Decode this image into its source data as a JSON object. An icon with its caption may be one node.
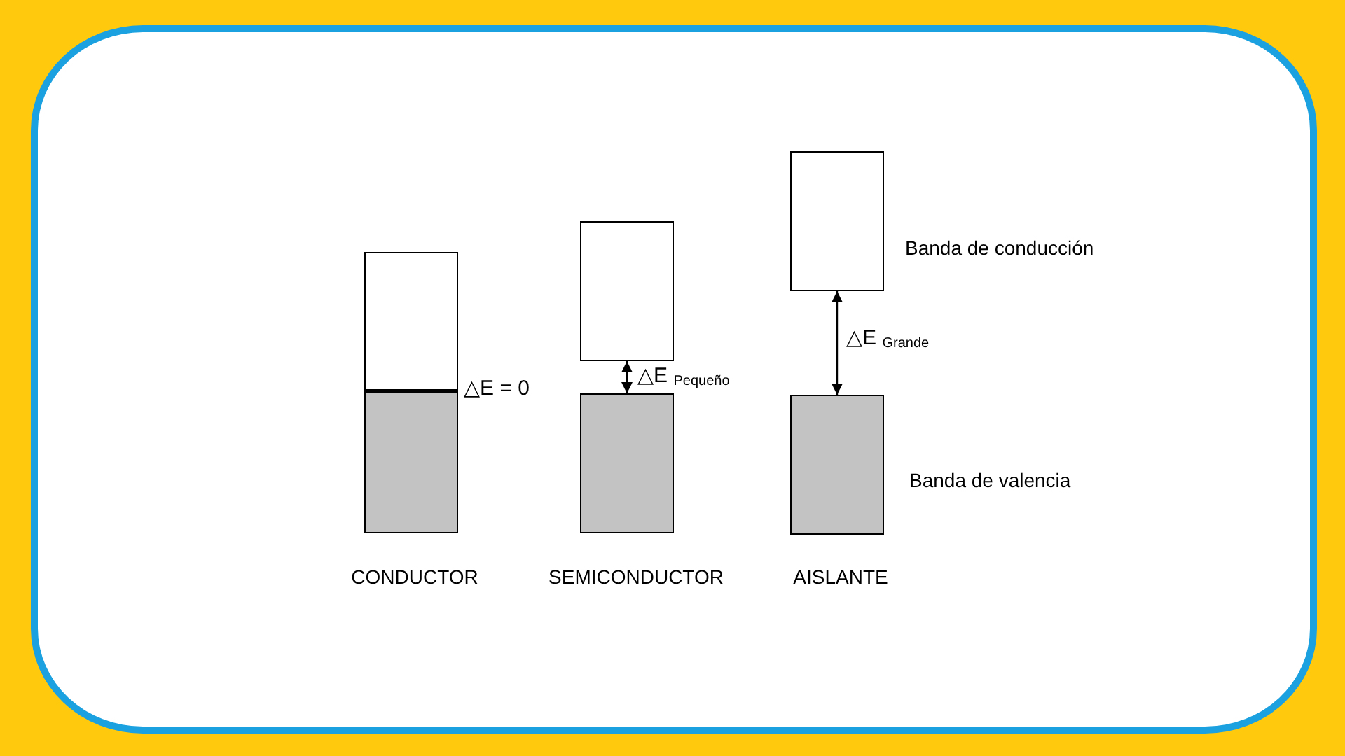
{
  "diagram": {
    "nodes": [
      {
        "text": [],
        "shape": "box"
      },
      {
        "text": [],
        "shape": "box"
      },
      {
        "text": [],
        "shape": "box"
      },
      {
        "text": [],
        "shape": "box"
      },
      {
        "text": [],
        "shape": "box"
      },
      {
        "text": [],
        "shape": "box"
      }
    ],
    "edges": [
      {
        "from": 2,
        "to": 3,
        "arrow": "both",
        "label": "△E $_{Pequeño}$"
      },
      {
        "from": 4,
        "to": 5,
        "arrow": "both",
        "label": "△E $_{Grande}$"
      }
    ],
    "labels": [
      "Banda de conducción",
      "△E = 0",
      "Banda de valencia",
      "CONDUCTOR",
      "SEMICONDUCTOR",
      "AISLANTE"
    ]
  }
}
